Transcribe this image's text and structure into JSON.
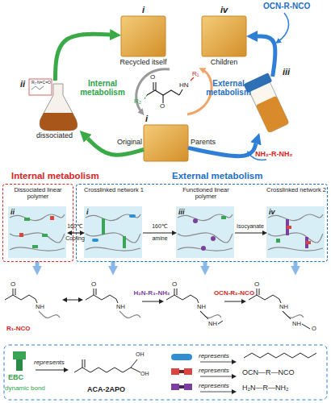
{
  "diagram": {
    "nodes": [
      {
        "text": [
          "i",
          "Recycled itself"
        ]
      },
      {
        "text": [
          "iv",
          "Children"
        ]
      },
      {
        "text": [
          "ii",
          "dissociated"
        ]
      },
      {
        "text": [
          "iii"
        ]
      },
      {
        "text": [
          "i",
          "Original",
          "Parents"
        ]
      },
      {
        "text": [
          "Internal metabolism"
        ]
      },
      {
        "text": [
          "External metabolism"
        ]
      },
      {
        "text": [
          "ii",
          "Dissociated linear polymer"
        ],
        "in": 5
      },
      {
        "text": [
          "i",
          "Crosslinked network 1"
        ],
        "in": 6
      },
      {
        "text": [
          "iii",
          "Functioned linear polymer"
        ],
        "in": 6
      },
      {
        "text": [
          "iv",
          "Crosslinked network 2"
        ],
        "in": 6
      }
    ],
    "edges": [
      {
        "from": 4,
        "to": 2,
        "arrow": "to"
      },
      {
        "from": 2,
        "to": 0,
        "arrow": "to"
      },
      {
        "from": 4,
        "to": 3,
        "arrow": "to"
      },
      {
        "from": 3,
        "to": 1,
        "arrow": "to"
      },
      {
        "from": 7,
        "to": 8,
        "arrow": "both",
        "label": "160℃"
      },
      {
        "from": 8,
        "to": 9,
        "arrow": "to",
        "label": "160℃"
      },
      {
        "from": 9,
        "to": 10,
        "arrow": "to",
        "label": "Isocyanate"
      }
    ],
    "labels": [
      "OCN-R-NCO",
      "R₁-N=C=O",
      "Internal metabolism",
      "External metabolism",
      "O",
      "HN",
      "R₁",
      "O",
      "R₂",
      "NH₂-R-NH₂",
      "Cooling",
      "amine",
      "O",
      "NH",
      "R₁-NCO",
      "O",
      "NH",
      "H₂N-R₃-NH₂",
      "O",
      "NH",
      "NH",
      "OCN-R₂-NCO",
      "O",
      "NH",
      "NH",
      "O",
      "EBC",
      "dynamic bond",
      "ACA-2APO",
      "OH",
      "OH",
      "OCN—R—NCO",
      "H₂N—R—NH₂"
    ],
    "legend": [
      {
        "text": "represents"
      },
      {
        "text": "represents"
      },
      {
        "text": "represents"
      },
      {
        "text": "represents"
      }
    ]
  }
}
